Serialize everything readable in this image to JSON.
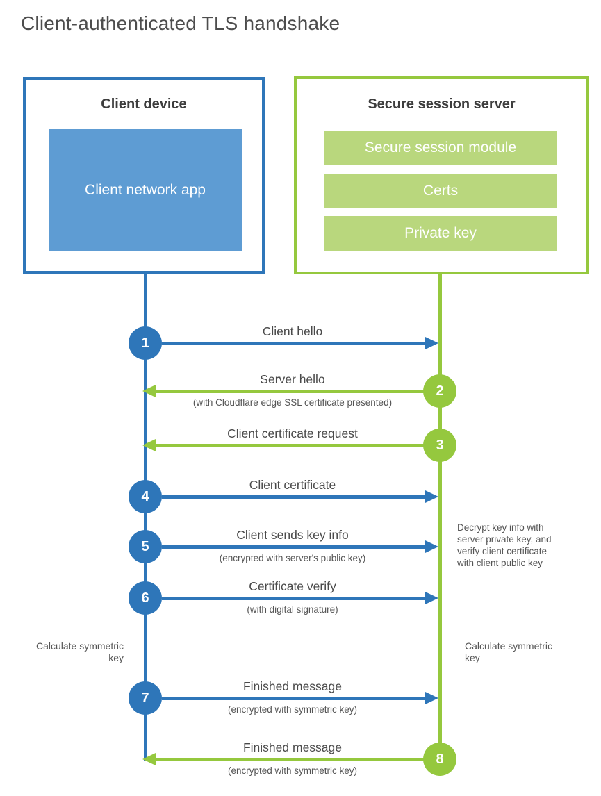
{
  "title": "Client-authenticated TLS handshake",
  "client_box": {
    "title": "Client device",
    "app_label": "Client network app"
  },
  "server_box": {
    "title": "Secure session server",
    "modules": [
      "Secure session module",
      "Certs",
      "Private key"
    ]
  },
  "steps": [
    {
      "num": "1",
      "from": "client",
      "to": "server",
      "color": "blue",
      "label": "Client hello",
      "sublabel": ""
    },
    {
      "num": "2",
      "from": "server",
      "to": "client",
      "color": "green",
      "label": "Server hello",
      "sublabel": "(with Cloudflare edge SSL certificate presented)"
    },
    {
      "num": "3",
      "from": "server",
      "to": "client",
      "color": "green",
      "label": "Client certificate request",
      "sublabel": ""
    },
    {
      "num": "4",
      "from": "client",
      "to": "server",
      "color": "blue",
      "label": "Client certificate",
      "sublabel": ""
    },
    {
      "num": "5",
      "from": "client",
      "to": "server",
      "color": "blue",
      "label": "Client sends key info",
      "sublabel": "(encrypted with server's public key)"
    },
    {
      "num": "6",
      "from": "client",
      "to": "server",
      "color": "blue",
      "label": "Certificate verify",
      "sublabel": "(with digital signature)"
    },
    {
      "num": "7",
      "from": "client",
      "to": "server",
      "color": "blue",
      "label": "Finished message",
      "sublabel": "(encrypted with symmetric key)"
    },
    {
      "num": "8",
      "from": "server",
      "to": "client",
      "color": "green",
      "label": "Finished message",
      "sublabel": "(encrypted with symmetric key)"
    }
  ],
  "annotations": {
    "decrypt_note_lines": [
      "Decrypt key info with",
      "server private key, and",
      "verify client certificate",
      "with client public key"
    ],
    "calc_left": "Calculate symmetric key",
    "calc_right": "Calculate symmetric key"
  },
  "colors": {
    "blue": "#2e76b9",
    "blue_fill": "#5e9cd3",
    "green": "#95c83e",
    "green_fill": "#b9d77d",
    "heading_text": "#3d3d3d",
    "label_text": "#4a4a4a",
    "note_text": "#555555",
    "box_text": "#ffffff"
  }
}
